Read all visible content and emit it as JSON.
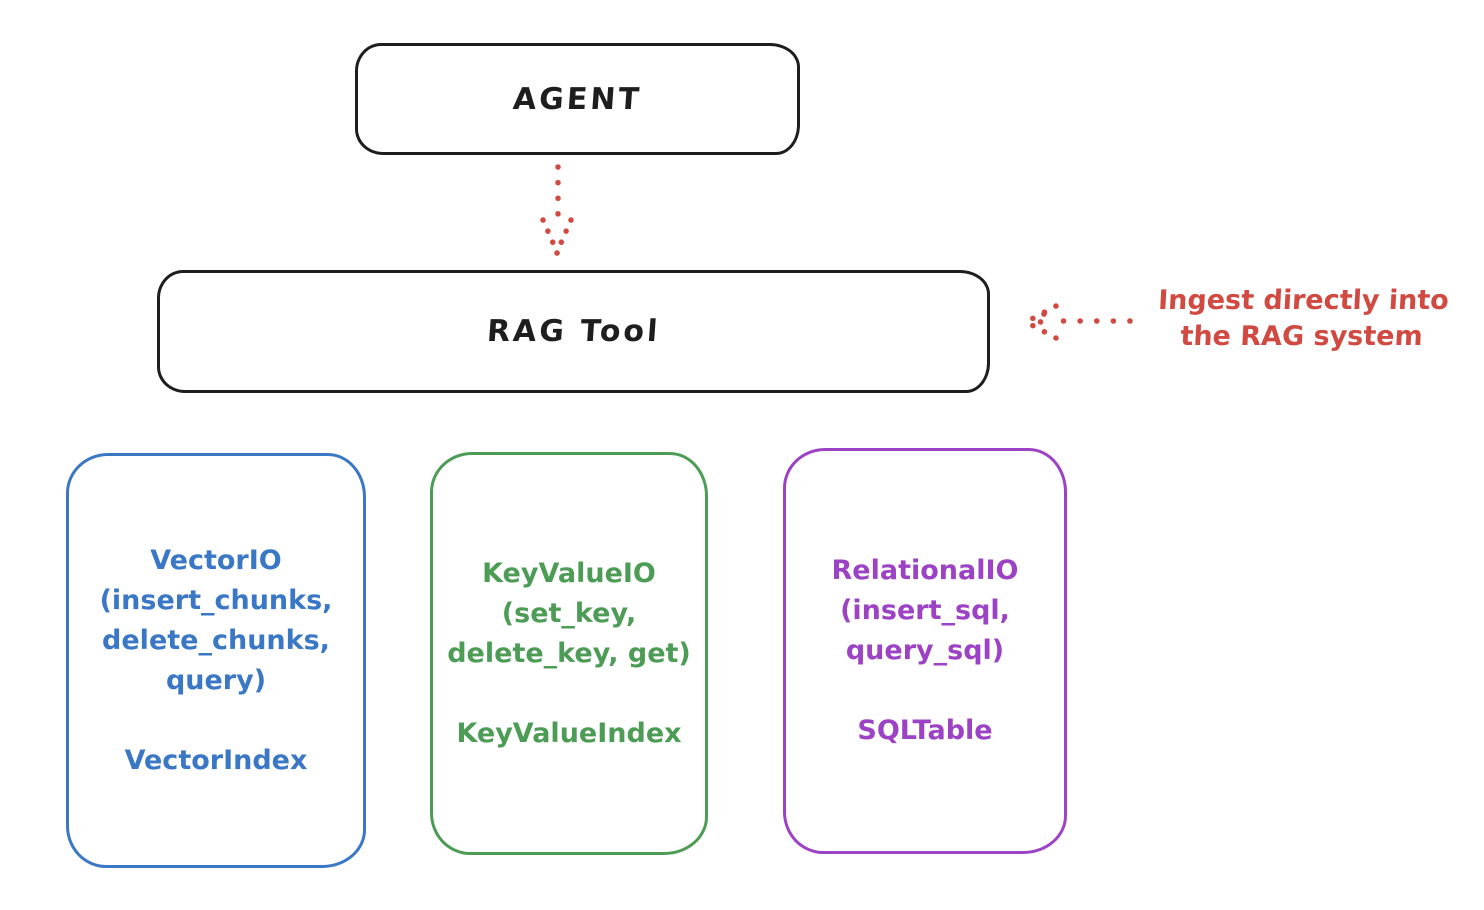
{
  "colors": {
    "black": "#1e1e1e",
    "red": "#d14a42",
    "blue": "#3a77c5",
    "green": "#4d9c55",
    "purple": "#9c42c4",
    "background": "#ffffff"
  },
  "agent_box": {
    "label": "AGENT"
  },
  "rag_box": {
    "label": "RAG Tool"
  },
  "annotation": {
    "line1": "Ingest directly into",
    "line2": "the RAG system"
  },
  "arrows": [
    {
      "id": "agent-to-rag",
      "style": "dotted",
      "direction": "down",
      "color": "#d14a42"
    },
    {
      "id": "ingest-into-rag",
      "style": "dotted",
      "direction": "left",
      "color": "#d14a42"
    }
  ],
  "storage_boxes": [
    {
      "id": "vector-io",
      "color": "#3a77c5",
      "lines": [
        "VectorIO",
        "(insert_chunks,",
        "delete_chunks,",
        "query)"
      ],
      "index_label": "VectorIndex"
    },
    {
      "id": "keyvalue-io",
      "color": "#4d9c55",
      "lines": [
        "KeyValueIO",
        "(set_key,",
        "delete_key, get)"
      ],
      "index_label": "KeyValueIndex"
    },
    {
      "id": "relational-io",
      "color": "#9c42c4",
      "lines": [
        "RelationalIO",
        "(insert_sql,",
        "query_sql)"
      ],
      "index_label": "SQLTable"
    }
  ]
}
